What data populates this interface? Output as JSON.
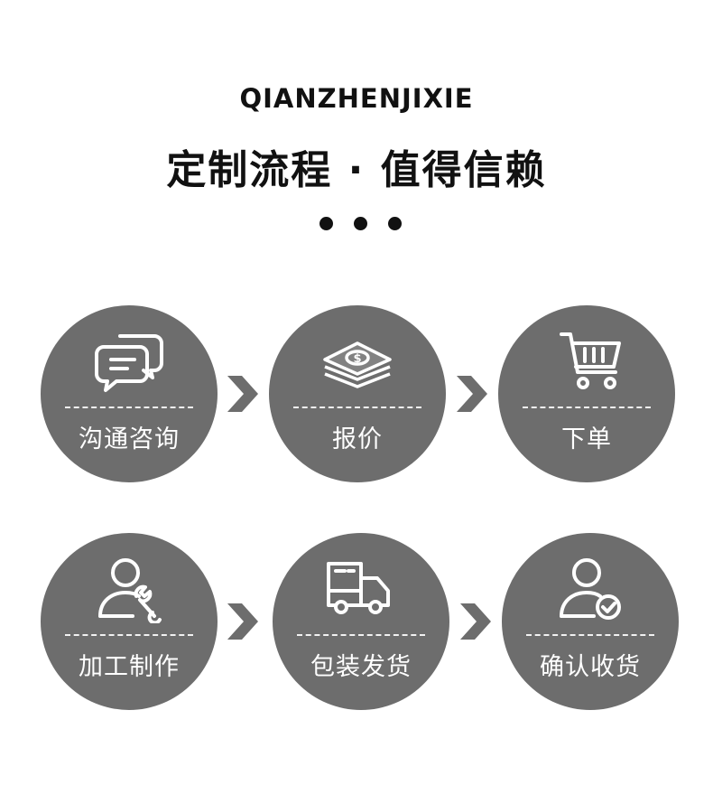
{
  "header": {
    "subtitle": "QIANZHENJIXIE",
    "title": "定制流程 · 值得信赖"
  },
  "steps": [
    {
      "label": "沟通咨询",
      "icon": "chat-bubbles-icon"
    },
    {
      "label": "报价",
      "icon": "money-stack-icon"
    },
    {
      "label": "下单",
      "icon": "shopping-cart-icon"
    },
    {
      "label": "加工制作",
      "icon": "worker-wrench-icon"
    },
    {
      "label": "包装发货",
      "icon": "delivery-truck-icon"
    },
    {
      "label": "确认收货",
      "icon": "user-check-icon"
    }
  ],
  "colors": {
    "circle": "#6d6d6d",
    "arrow": "#6d6d6d",
    "text_dark": "#111111",
    "text_light": "#ffffff"
  }
}
